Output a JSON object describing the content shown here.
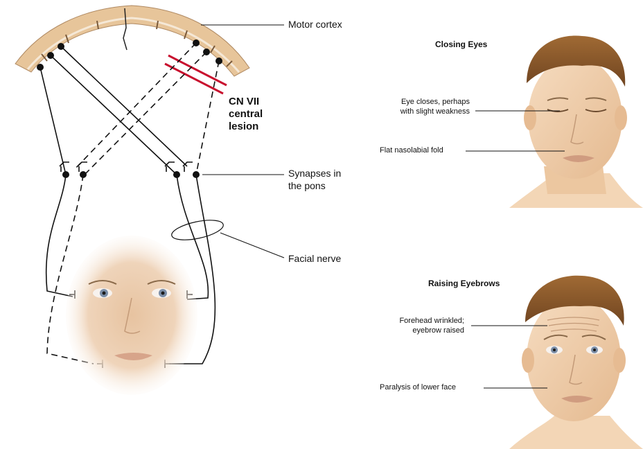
{
  "left_diagram": {
    "labels": {
      "motor_cortex": "Motor cortex",
      "lesion_line1": "CN VII",
      "lesion_line2": "central",
      "lesion_line3": "lesion",
      "synapses_line1": "Synapses in",
      "synapses_line2": "the pons",
      "facial_nerve": "Facial nerve"
    }
  },
  "panel_closing": {
    "title": "Closing Eyes",
    "label_eye_line1": "Eye closes, perhaps",
    "label_eye_line2": "with slight weakness",
    "label_nasolabial": "Flat nasolabial fold"
  },
  "panel_raising": {
    "title": "Raising Eyebrows",
    "label_forehead_line1": "Forehead wrinkled;",
    "label_forehead_line2": "eyebrow raised",
    "label_paralysis": "Paralysis of lower face"
  },
  "colors": {
    "lesion_red": "#c8102e",
    "cortex_tan": "#e8c79a",
    "skin": "#f1d3b0",
    "hair": "#8a5a2b"
  }
}
